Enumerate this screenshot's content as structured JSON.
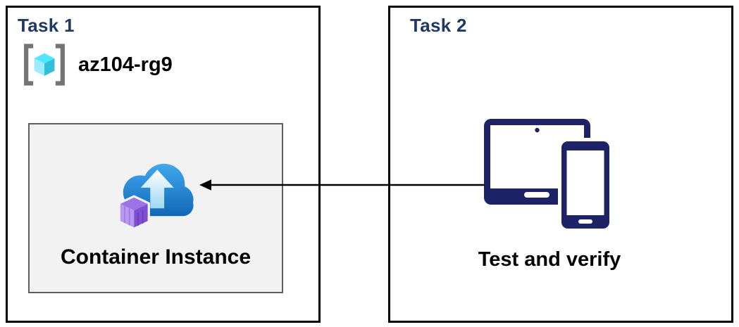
{
  "diagram": {
    "task1": {
      "title": "Task 1",
      "resource_group_label": "az104-rg9",
      "container_label": "Container Instance"
    },
    "task2": {
      "title": "Task 2",
      "devices_label": "Test and verify"
    },
    "connector": {
      "from": "tablet-phone-icon",
      "to": "container-instance-icon",
      "direction": "right-to-left"
    }
  },
  "icons": {
    "resource_group": "resource-group-icon",
    "container_instance": "container-instance-icon",
    "devices": "tablet-phone-icon",
    "connector": "left-arrow"
  },
  "colors": {
    "title_blue": "#1f3864",
    "text_black": "#000000",
    "box_border": "#000000",
    "inner_fill": "#f2f2f2",
    "inner_border": "#5f5f5f",
    "device_navy": "#1e2266",
    "arrow_black": "#000000",
    "bracket_gray": "#747474",
    "rg_cube_top": "#50e6ff",
    "rg_cube_left": "#9cebff",
    "rg_cube_right": "#32bedd",
    "cloud_blue_light": "#41a9ee",
    "cloud_blue_dark": "#1066b5",
    "cube_purple_top": "#9d74e8",
    "cube_purple_left": "#b79af0",
    "cube_purple_right": "#7d4fd0"
  }
}
